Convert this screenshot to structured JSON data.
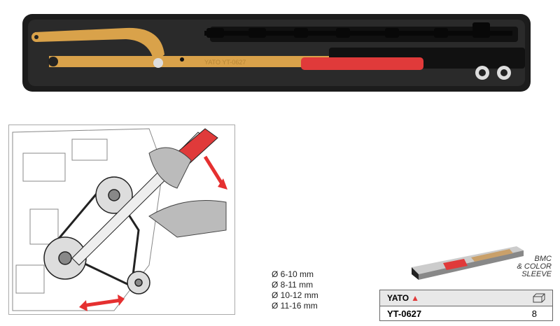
{
  "product": {
    "engraving": "YATO  YT-0627",
    "sizes": [
      "Ø 6-10 mm",
      "Ø 8-11 mm",
      "Ø 10-12 mm",
      "Ø 11-16 mm"
    ],
    "packaging": [
      "BMC",
      "& COLOR",
      "SLEEVE"
    ],
    "brand": "YATO",
    "code": "YT-0627",
    "quantity": "8",
    "quantity_icon": "box-icon"
  },
  "colors": {
    "tray": "#1a1a1a",
    "arm": "#d9a24a",
    "grip": "#e03a3a",
    "arrow": "#e53030"
  }
}
